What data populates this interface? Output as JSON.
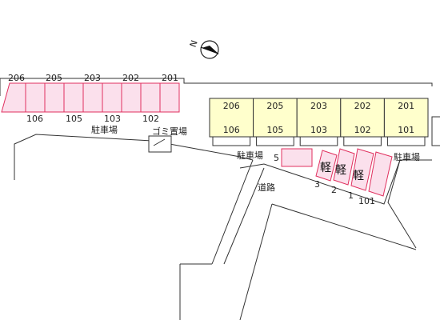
{
  "compass": {
    "north_label": "N"
  },
  "left_parking": {
    "top_numbers": [
      "206",
      "205",
      "203",
      "202",
      "201"
    ],
    "bottom_numbers": [
      "106",
      "105",
      "103",
      "102"
    ],
    "label": "駐車場"
  },
  "garbage": {
    "label": "ゴミ置場"
  },
  "building": {
    "units": [
      {
        "upper": "206",
        "lower": "106"
      },
      {
        "upper": "205",
        "lower": "105"
      },
      {
        "upper": "203",
        "lower": "103"
      },
      {
        "upper": "202",
        "lower": "102"
      },
      {
        "upper": "201",
        "lower": "101"
      }
    ]
  },
  "center_parking": {
    "label": "駐車場",
    "slot_number": "5"
  },
  "kei_slots": {
    "label": "軽",
    "numbers": [
      "3",
      "2",
      "1"
    ],
    "extra_number": "101"
  },
  "right_parking": {
    "label": "駐車場"
  },
  "road": {
    "label": "道路"
  },
  "colors": {
    "parking_fill": "#fbe0ec",
    "parking_stroke": "#e0305f",
    "unit_fill": "#ffffcc"
  }
}
